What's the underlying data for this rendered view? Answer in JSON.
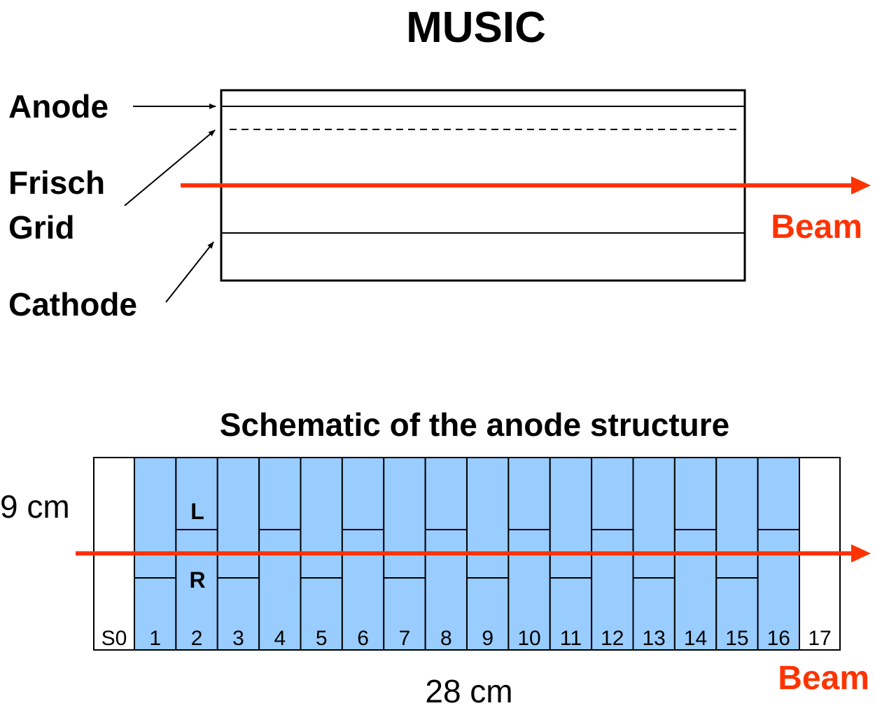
{
  "title": "MUSIC",
  "top_diagram": {
    "labels": {
      "anode": "Anode",
      "frisch_line1": "Frisch",
      "frisch_line2": "Grid",
      "cathode": "Cathode",
      "beam": "Beam"
    },
    "beam_color": "#ff3300"
  },
  "anode_schematic": {
    "title": "Schematic of the anode structure",
    "height_label": "9 cm",
    "width_label": "28 cm",
    "beam_label": "Beam",
    "left_label": "L",
    "right_label": "R",
    "strip_fill": "#99ccff",
    "end_strips": [
      "S0",
      "17"
    ],
    "strips": [
      "1",
      "2",
      "3",
      "4",
      "5",
      "6",
      "7",
      "8",
      "9",
      "10",
      "11",
      "12",
      "13",
      "14",
      "15",
      "16"
    ]
  }
}
